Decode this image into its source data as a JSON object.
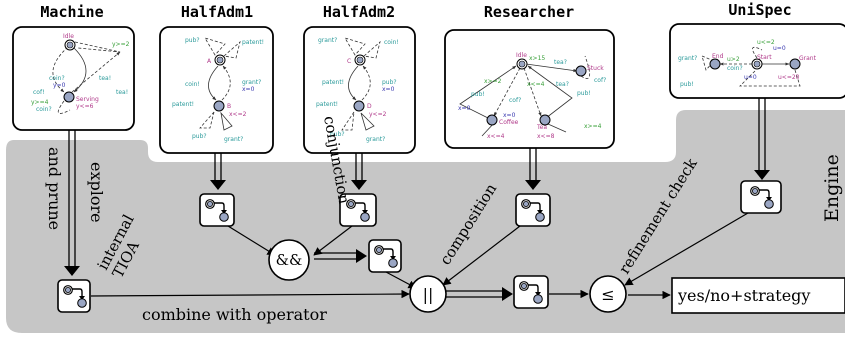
{
  "models": {
    "machine": {
      "title": "Machine",
      "labels": [
        "Idle",
        "Serving",
        "coin?",
        "y=0",
        "cof!",
        "y>=4",
        "coin?",
        "tea!",
        "tea!",
        "y>=2",
        "y<=6"
      ]
    },
    "halfadm1": {
      "title": "HalfAdm1",
      "labels": [
        "pub?",
        "patent!",
        "A",
        "coin!",
        "grant?",
        "x=0",
        "patent!",
        "B",
        "x<=2",
        "pub?",
        "grant?"
      ]
    },
    "halfadm2": {
      "title": "HalfAdm2",
      "labels": [
        "grant?",
        "coin!",
        "C",
        "patent!",
        "pub?",
        "x=0",
        "patent!",
        "D",
        "y<=2",
        "pub?",
        "grant?"
      ]
    },
    "researcher": {
      "title": "Researcher",
      "labels": [
        "Idle",
        "x>15",
        "tea?",
        "Stuck",
        "cof?",
        "x>=2",
        "pub!",
        "x<=4",
        "pub!",
        "tea?",
        "x=0",
        "cof?",
        "x=0",
        "Coffee",
        "x<=4",
        "Tea",
        "x<=8",
        "x>=4"
      ]
    },
    "unispec": {
      "title": "UniSpec",
      "labels": [
        "u<=2",
        "End",
        "grant?",
        "u>2",
        "Start",
        "u=0",
        "Grant",
        "pub!",
        "coin?",
        "u=0",
        "u<=20"
      ]
    }
  },
  "engine_label": "Engine",
  "operations": {
    "explore": "explore",
    "and_prune": "and prune",
    "internal": "internal",
    "tioa": "TIOA",
    "conjunction": "conjunction",
    "composition": "composition",
    "refinement_check": "refinement check",
    "combine": "combine with operator"
  },
  "operators": {
    "conjunction": "&&",
    "composition": "||",
    "refinement": "≤"
  },
  "result": "yes/no+strategy"
}
